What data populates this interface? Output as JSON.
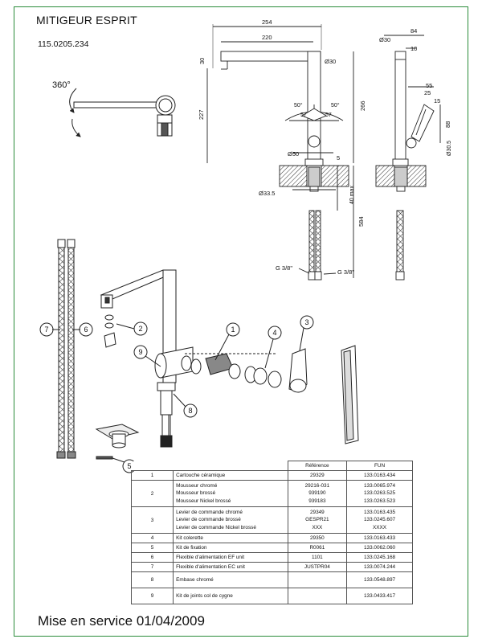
{
  "header": {
    "title": "MITIGEUR ESPRIT",
    "reference": "115.0205.234"
  },
  "drawing": {
    "rotation_label": "360°",
    "dimensions": {
      "d254": "254",
      "d220": "220",
      "d30_top": "30",
      "d30_dia_a": "Ø30",
      "d227": "227",
      "d266": "266",
      "d50_a": "50°",
      "d50_b": "50°",
      "d57_a": "57",
      "d57_b": "57",
      "d50_dia": "Ø50",
      "d5": "5",
      "d33_5": "Ø33.5",
      "d40max": "40 max",
      "d584": "584",
      "g_a": "G 3/8\"",
      "g_b": "G 3/8\"",
      "d30_dia_b": "Ø30",
      "d84": "84",
      "d10": "10",
      "d55": "55",
      "d25": "25",
      "d15": "15",
      "d88": "88",
      "d30_5": "Ø30.5"
    },
    "callouts": [
      "1",
      "2",
      "3",
      "4",
      "5",
      "6",
      "7",
      "8",
      "9"
    ]
  },
  "table": {
    "headers": [
      "",
      "",
      "Référence",
      "FUN"
    ],
    "rows": [
      {
        "num": "1",
        "desc": [
          "Cartouche céramique"
        ],
        "ref": [
          "29329"
        ],
        "fun": [
          "133.0163.434"
        ]
      },
      {
        "num": "2",
        "desc": [
          "Mousseur chromé",
          "Mousseur brossé",
          "Mousseur Nickel brossé"
        ],
        "ref": [
          "29216-031",
          "939190",
          "939183"
        ],
        "fun": [
          "133.0065.974",
          "133.0263.525",
          "133.0263.523"
        ]
      },
      {
        "num": "3",
        "desc": [
          "Levier de commande chromé",
          "Levier de commande brossé",
          "Levier de commande Nickel brossé"
        ],
        "ref": [
          "29349",
          "GESPR21",
          "XXX"
        ],
        "fun": [
          "133.0163.435",
          "133.0245.607",
          "XXXX"
        ]
      },
      {
        "num": "4",
        "desc": [
          "Kit colerette"
        ],
        "ref": [
          "29350"
        ],
        "fun": [
          "133.0163.433"
        ]
      },
      {
        "num": "5",
        "desc": [
          "Kit de fixation"
        ],
        "ref": [
          "R0061"
        ],
        "fun": [
          "133.0062.060"
        ]
      },
      {
        "num": "6",
        "desc": [
          "Flexible d'alimentation EF unit"
        ],
        "ref": [
          "1101"
        ],
        "fun": [
          "133.0245.168"
        ]
      },
      {
        "num": "7",
        "desc": [
          "Flexible d'alimentation EC unit"
        ],
        "ref": [
          "JUSTPR04"
        ],
        "fun": [
          "133.0074.244"
        ]
      },
      {
        "num": "8",
        "desc": [
          "Embase chromé"
        ],
        "ref": [
          ""
        ],
        "fun": [
          "133.0548.897"
        ]
      },
      {
        "num": "9",
        "desc": [
          "Kit de joints col de cygne"
        ],
        "ref": [
          ""
        ],
        "fun": [
          "133.0433.417"
        ]
      }
    ]
  },
  "footer": {
    "text": "Mise en service 01/04/2009"
  }
}
